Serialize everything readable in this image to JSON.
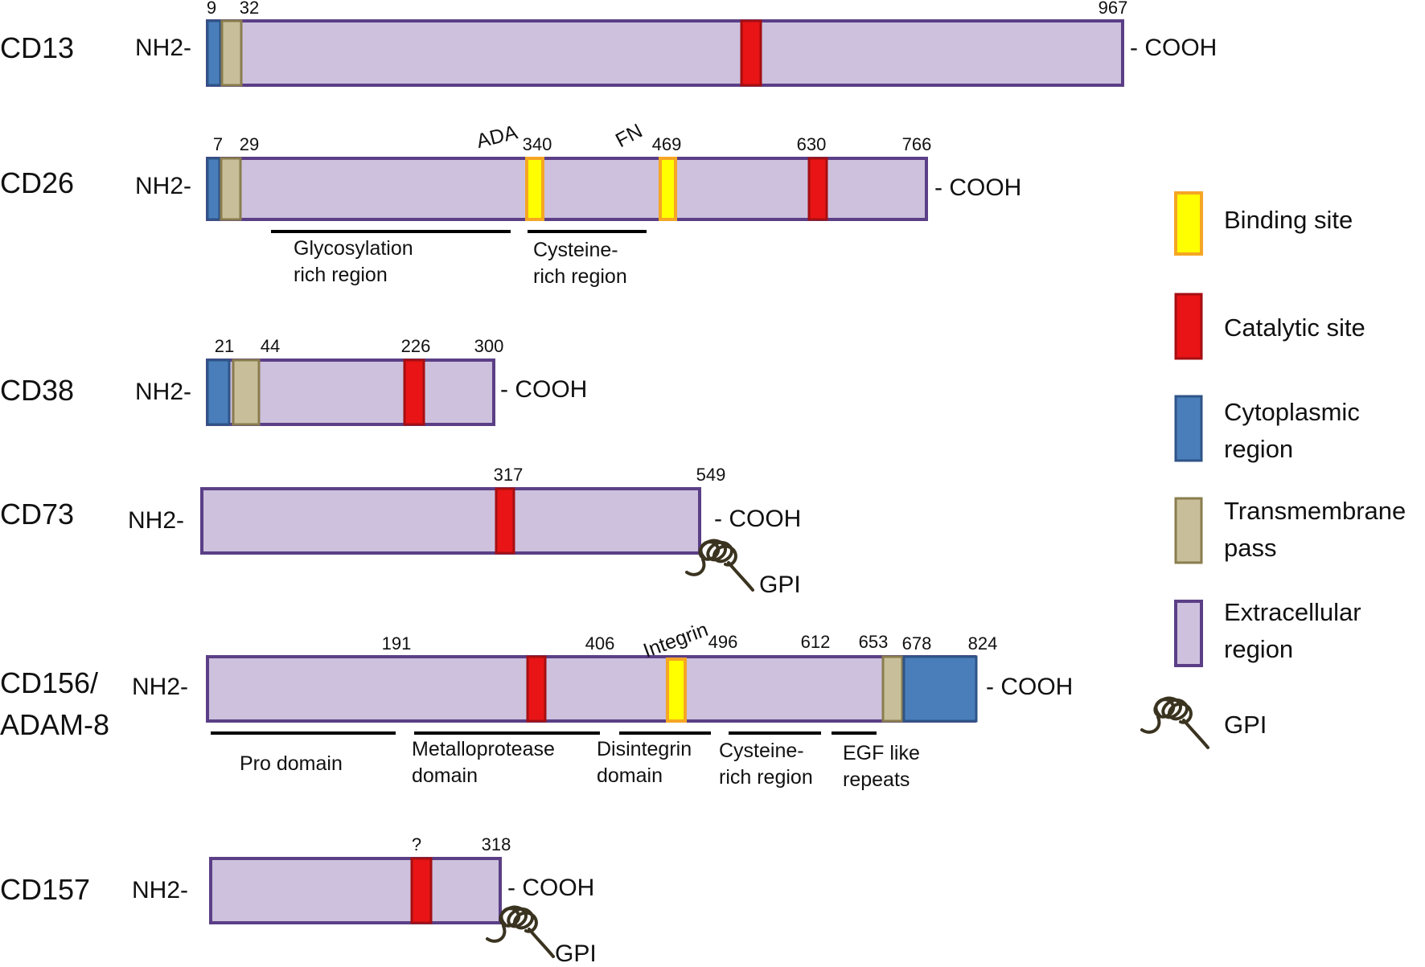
{
  "colors": {
    "extracellular_fill": "#cdc1dd",
    "extracellular_stroke": "#5b3f86",
    "cytoplasmic_fill": "#4a7ebb",
    "cytoplasmic_stroke": "#2f5487",
    "transmembrane_fill": "#c8bf9a",
    "transmembrane_stroke": "#8a7d4e",
    "catalytic_fill": "#e81416",
    "catalytic_stroke": "#a50f12",
    "binding_fill": "#ffff00",
    "binding_stroke": "#f5a623",
    "gpi_color": "#3a3320"
  },
  "n_terminus": "NH2-",
  "c_terminus": "- COOH",
  "proteins": [
    {
      "id": "cd13",
      "name": "CD13",
      "positions": [
        "9",
        "32",
        "967"
      ],
      "site_labels": [],
      "regions": [],
      "gpi": null
    },
    {
      "id": "cd26",
      "name": "CD26",
      "positions": [
        "7",
        "29",
        "340",
        "469",
        "630",
        "766"
      ],
      "site_labels": [
        "ADA",
        "FN"
      ],
      "regions": [
        "Glycosylation rich region",
        "Cysteine- rich region"
      ],
      "gpi": null
    },
    {
      "id": "cd38",
      "name": "CD38",
      "positions": [
        "21",
        "44",
        "226",
        "300"
      ],
      "site_labels": [],
      "regions": [],
      "gpi": null
    },
    {
      "id": "cd73",
      "name": "CD73",
      "positions": [
        "317",
        "549"
      ],
      "site_labels": [],
      "regions": [],
      "gpi": "GPI"
    },
    {
      "id": "cd156",
      "name": "CD156/ ADAM-8",
      "positions": [
        "191",
        "406",
        "496",
        "612",
        "653",
        "678",
        "824"
      ],
      "site_labels": [
        "Integrin"
      ],
      "regions": [
        "Pro domain",
        "Metalloprotease domain",
        "Disintegrin domain",
        "Cysteine- rich region",
        "EGF like repeats"
      ],
      "gpi": null
    },
    {
      "id": "cd157",
      "name": "CD157",
      "positions": [
        "?",
        "318"
      ],
      "site_labels": [],
      "regions": [],
      "gpi": "GPI"
    }
  ],
  "legend": [
    {
      "key": "binding",
      "label": "Binding site"
    },
    {
      "key": "catalytic",
      "label": "Catalytic site"
    },
    {
      "key": "cytoplasmic",
      "label": "Cytoplasmic region"
    },
    {
      "key": "transmembrane",
      "label": "Transmembrane pass"
    },
    {
      "key": "extracellular",
      "label": "Extracellular region"
    },
    {
      "key": "gpi",
      "label": "GPI"
    }
  ]
}
